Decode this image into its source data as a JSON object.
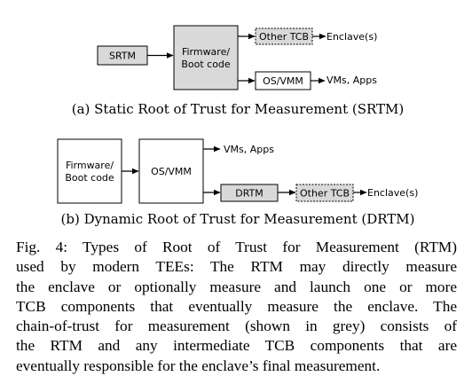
{
  "colors": {
    "grey_fill": "#d9d9d9",
    "white_fill": "#ffffff",
    "stroke": "#000000"
  },
  "diagram_a": {
    "srtm": "SRTM",
    "firmware_line1": "Firmware/",
    "firmware_line2": "Boot code",
    "other_tcb": "Other TCB",
    "enclaves": "Enclave(s)",
    "os_vmm": "OS/VMM",
    "vms_apps": "VMs, Apps",
    "caption": "(a) Static Root of Trust for Measurement (SRTM)"
  },
  "diagram_b": {
    "firmware_line1": "Firmware/",
    "firmware_line2": "Boot code",
    "os_vmm": "OS/VMM",
    "vms_apps": "VMs, Apps",
    "drtm": "DRTM",
    "other_tcb": "Other TCB",
    "enclaves": "Enclave(s)",
    "caption": "(b) Dynamic Root of Trust for Measurement (DRTM)"
  },
  "figure_caption": {
    "lines": [
      "Fig. 4:  Types of Root of Trust for Measurement (RTM)",
      "used by modern TEEs: The RTM may directly measure",
      "the enclave or optionally measure and launch one or more",
      "TCB components that eventually measure the enclave. The",
      "chain-of-trust for measurement (shown in grey) consists of",
      "the RTM and any intermediate TCB components that are",
      "eventually responsible for the enclave’s final measurement."
    ]
  }
}
